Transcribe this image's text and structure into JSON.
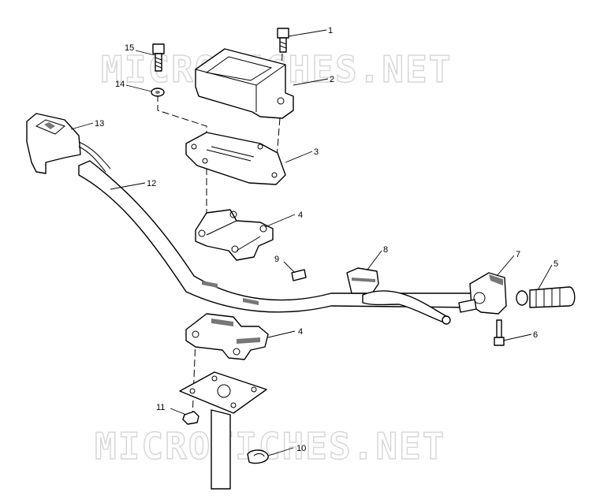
{
  "watermark": {
    "text": "MICROFICHES.NET"
  },
  "callouts": [
    "1",
    "2",
    "3",
    "4",
    "4",
    "5",
    "6",
    "7",
    "8",
    "9",
    "10",
    "11",
    "12",
    "13",
    "14",
    "15"
  ]
}
